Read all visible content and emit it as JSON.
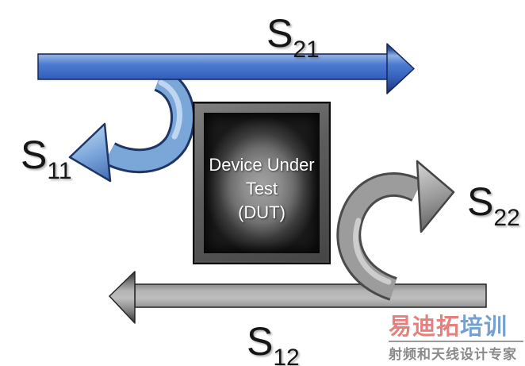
{
  "labels": {
    "s21": {
      "base": "S",
      "sub": "21"
    },
    "s11": {
      "base": "S",
      "sub": "11"
    },
    "s22": {
      "base": "S",
      "sub": "22"
    },
    "s12": {
      "base": "S",
      "sub": "12"
    }
  },
  "dut": {
    "line1": "Device Under",
    "line2": "Test",
    "line3": "(DUT)"
  },
  "watermark": {
    "brand_primary": "易迪拓",
    "brand_secondary": "培训",
    "tagline": "射频和天线设计专家"
  },
  "colors": {
    "forward_arrow_blue": "#3a67c4",
    "reflection_arrow_blue": "#7aa6d8",
    "reverse_arrow_gray": "#9c9c9c",
    "dut_center_gray": "#8e8e8e",
    "brand_red": "#e5807f",
    "brand_blue": "#76a0cd",
    "tagline_gray": "#8a8a8a",
    "background": "#ffffff"
  }
}
